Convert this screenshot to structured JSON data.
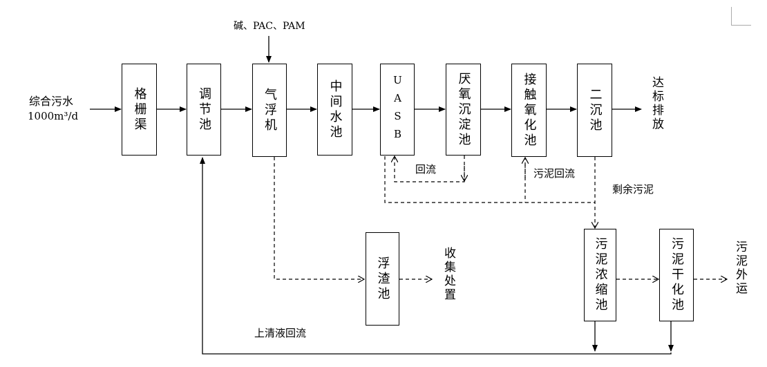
{
  "diagram": {
    "input": {
      "line1": "综合污水",
      "line2": "1000m³/d"
    },
    "dosing": "碱、PAC、PAM",
    "units": {
      "screen": "格栅渠",
      "equalization": "调节池",
      "flotation": "气浮机",
      "intermediate": "中间水池",
      "uasb": "UASB",
      "anaerobic_settling": "厌氧沉淀池",
      "contact_oxidation": "接触氧化池",
      "secondary_clarifier": "二沉池",
      "scum_tank": "浮渣池",
      "sludge_thickening": "污泥浓缩池",
      "sludge_drying": "污泥干化池"
    },
    "outputs": {
      "discharge": "达标排放",
      "scum_disposal": "收集处置",
      "sludge_transport": "污泥外运"
    },
    "flow_labels": {
      "reflux": "回流",
      "sludge_reflux": "污泥回流",
      "excess_sludge": "剩余污泥",
      "supernatant_reflux": "上清液回流"
    }
  }
}
